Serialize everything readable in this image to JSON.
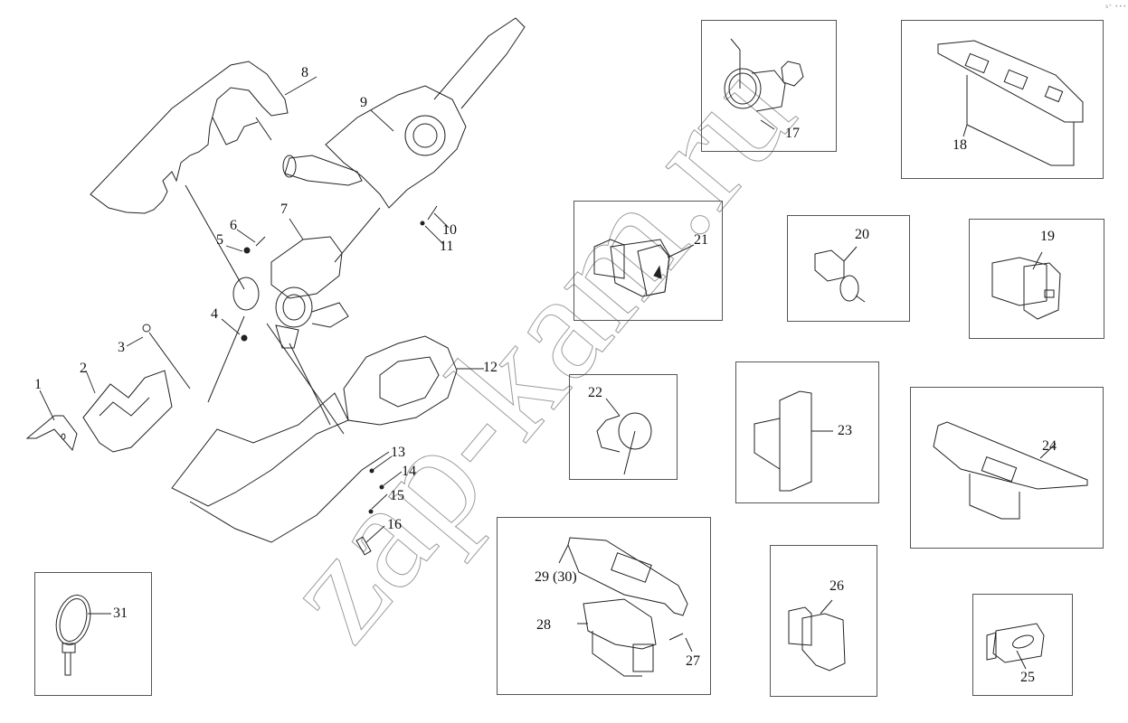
{
  "diagram": {
    "title": "Exploded view – steering column switches and electrical components",
    "watermark": "zap-kam.ru",
    "corner_mark": "s⁰ •••",
    "callouts": [
      {
        "id": "1",
        "label": "1"
      },
      {
        "id": "2",
        "label": "2"
      },
      {
        "id": "3",
        "label": "3"
      },
      {
        "id": "4",
        "label": "4"
      },
      {
        "id": "5",
        "label": "5"
      },
      {
        "id": "6",
        "label": "6"
      },
      {
        "id": "7",
        "label": "7"
      },
      {
        "id": "8",
        "label": "8"
      },
      {
        "id": "9",
        "label": "9"
      },
      {
        "id": "10",
        "label": "10"
      },
      {
        "id": "11",
        "label": "11"
      },
      {
        "id": "12",
        "label": "12"
      },
      {
        "id": "13",
        "label": "13"
      },
      {
        "id": "14",
        "label": "14"
      },
      {
        "id": "15",
        "label": "15"
      },
      {
        "id": "16",
        "label": "16"
      },
      {
        "id": "17",
        "label": "17"
      },
      {
        "id": "18",
        "label": "18"
      },
      {
        "id": "19",
        "label": "19"
      },
      {
        "id": "20",
        "label": "20"
      },
      {
        "id": "21",
        "label": "21"
      },
      {
        "id": "22",
        "label": "22"
      },
      {
        "id": "23",
        "label": "23"
      },
      {
        "id": "24",
        "label": "24"
      },
      {
        "id": "25",
        "label": "25"
      },
      {
        "id": "26",
        "label": "26"
      },
      {
        "id": "27",
        "label": "27"
      },
      {
        "id": "28",
        "label": "28"
      },
      {
        "id": "29",
        "label": "29 (30)"
      },
      {
        "id": "31",
        "label": "31"
      }
    ],
    "inset_boxes": [
      {
        "name": "inset-17",
        "parts": [
          "17"
        ]
      },
      {
        "name": "inset-18",
        "parts": [
          "18"
        ]
      },
      {
        "name": "inset-21",
        "parts": [
          "21"
        ]
      },
      {
        "name": "inset-20",
        "parts": [
          "20"
        ]
      },
      {
        "name": "inset-19",
        "parts": [
          "19"
        ]
      },
      {
        "name": "inset-22",
        "parts": [
          "22"
        ]
      },
      {
        "name": "inset-23",
        "parts": [
          "23"
        ]
      },
      {
        "name": "inset-24",
        "parts": [
          "24"
        ]
      },
      {
        "name": "inset-28-30",
        "parts": [
          "27",
          "28",
          "29 (30)"
        ]
      },
      {
        "name": "inset-26",
        "parts": [
          "26"
        ]
      },
      {
        "name": "inset-25",
        "parts": [
          "25"
        ]
      },
      {
        "name": "inset-31",
        "parts": [
          "31"
        ]
      }
    ]
  }
}
